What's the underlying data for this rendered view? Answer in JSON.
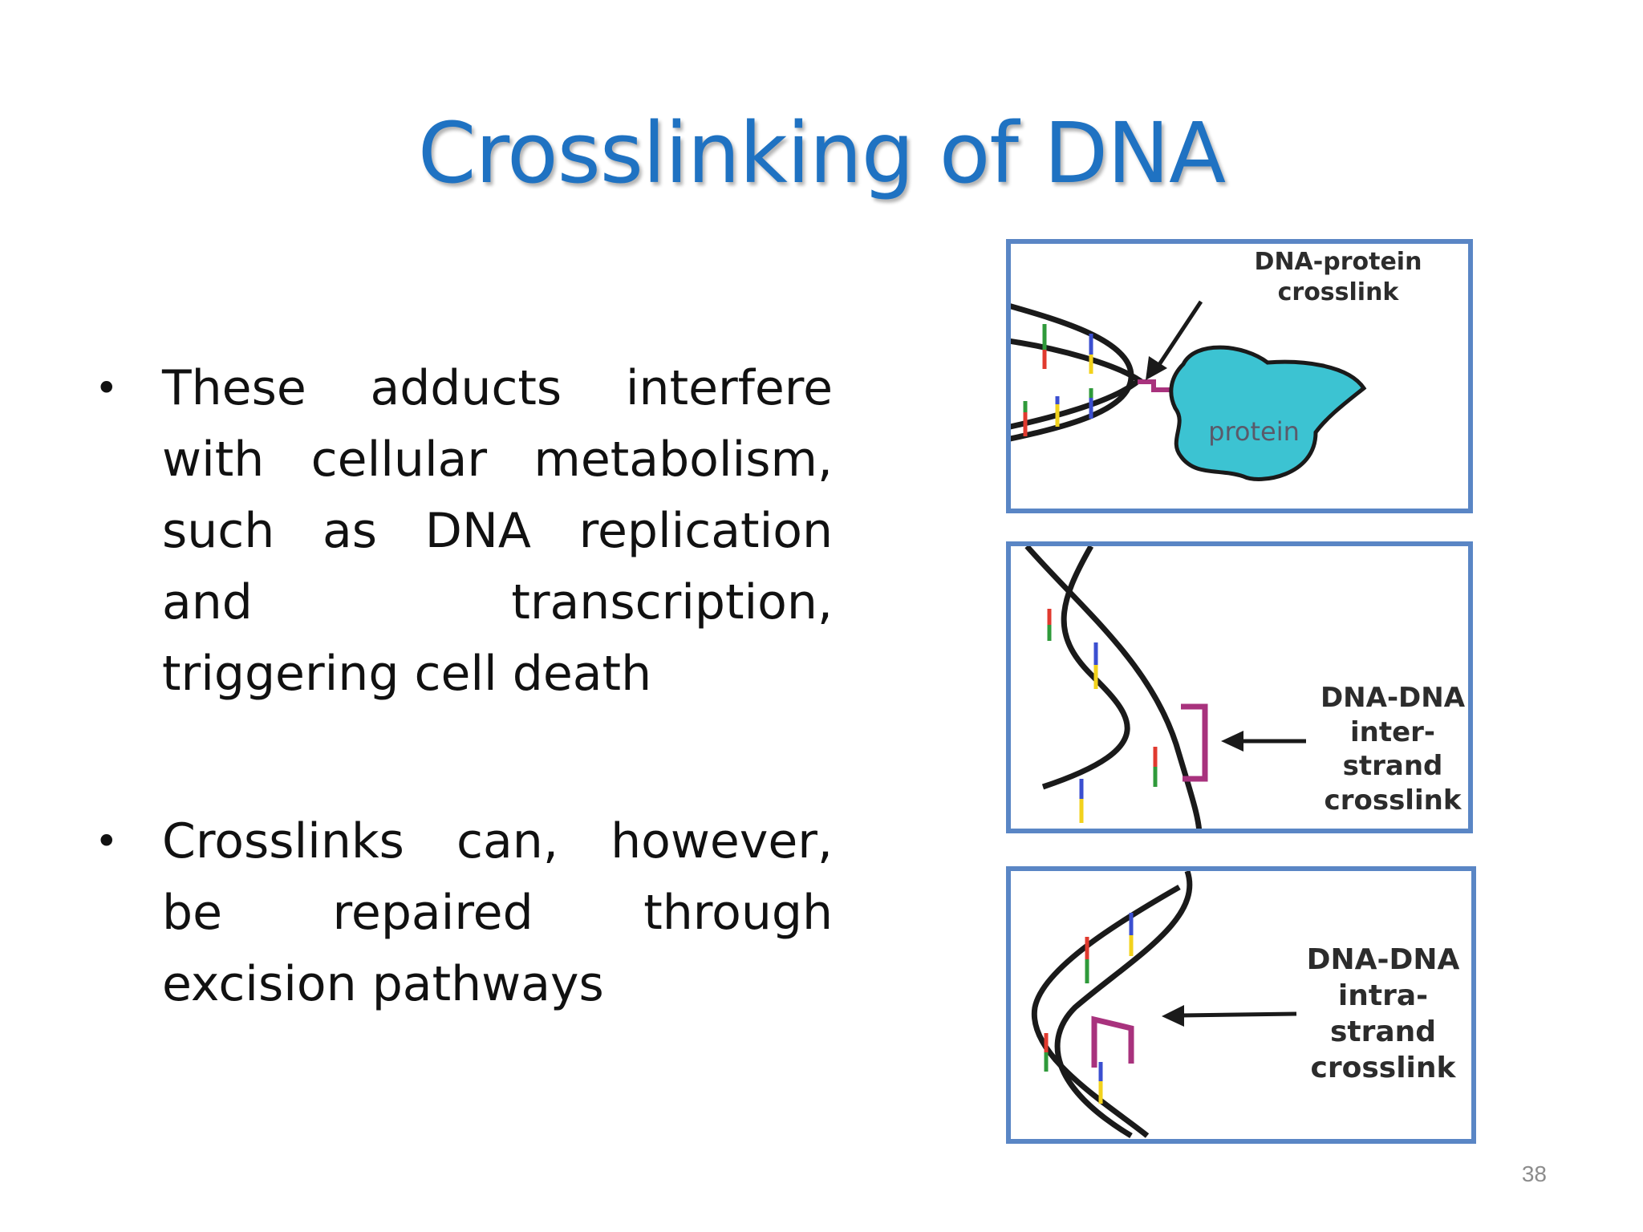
{
  "slide": {
    "title": "Crosslinking of DNA",
    "bullets": [
      "These adducts interfere with cellular metabolism, such as DNA replication and transcription, triggering cell death",
      "Crosslinks can, however, be repaired through excision pathways"
    ],
    "page_number": "38"
  },
  "figures": {
    "dna_protein": {
      "label_line1": "DNA-protein",
      "label_line2": "crosslink",
      "protein_label": "protein"
    },
    "inter_strand": {
      "label_line1": "DNA-DNA",
      "label_line2": "inter-strand",
      "label_line3": "crosslink"
    },
    "intra_strand": {
      "label_line1": "DNA-DNA",
      "label_line2": "intra-strand",
      "label_line3": "crosslink"
    }
  },
  "colors": {
    "title": "#1f72c2",
    "panel_border": "#5a86c5",
    "protein_fill": "#3cc3d2",
    "crosslink": "#a8327d",
    "base_red": "#e03a2f",
    "base_yellow": "#f2d21c",
    "base_green": "#2f9a3a",
    "base_blue": "#3b4fd0"
  }
}
